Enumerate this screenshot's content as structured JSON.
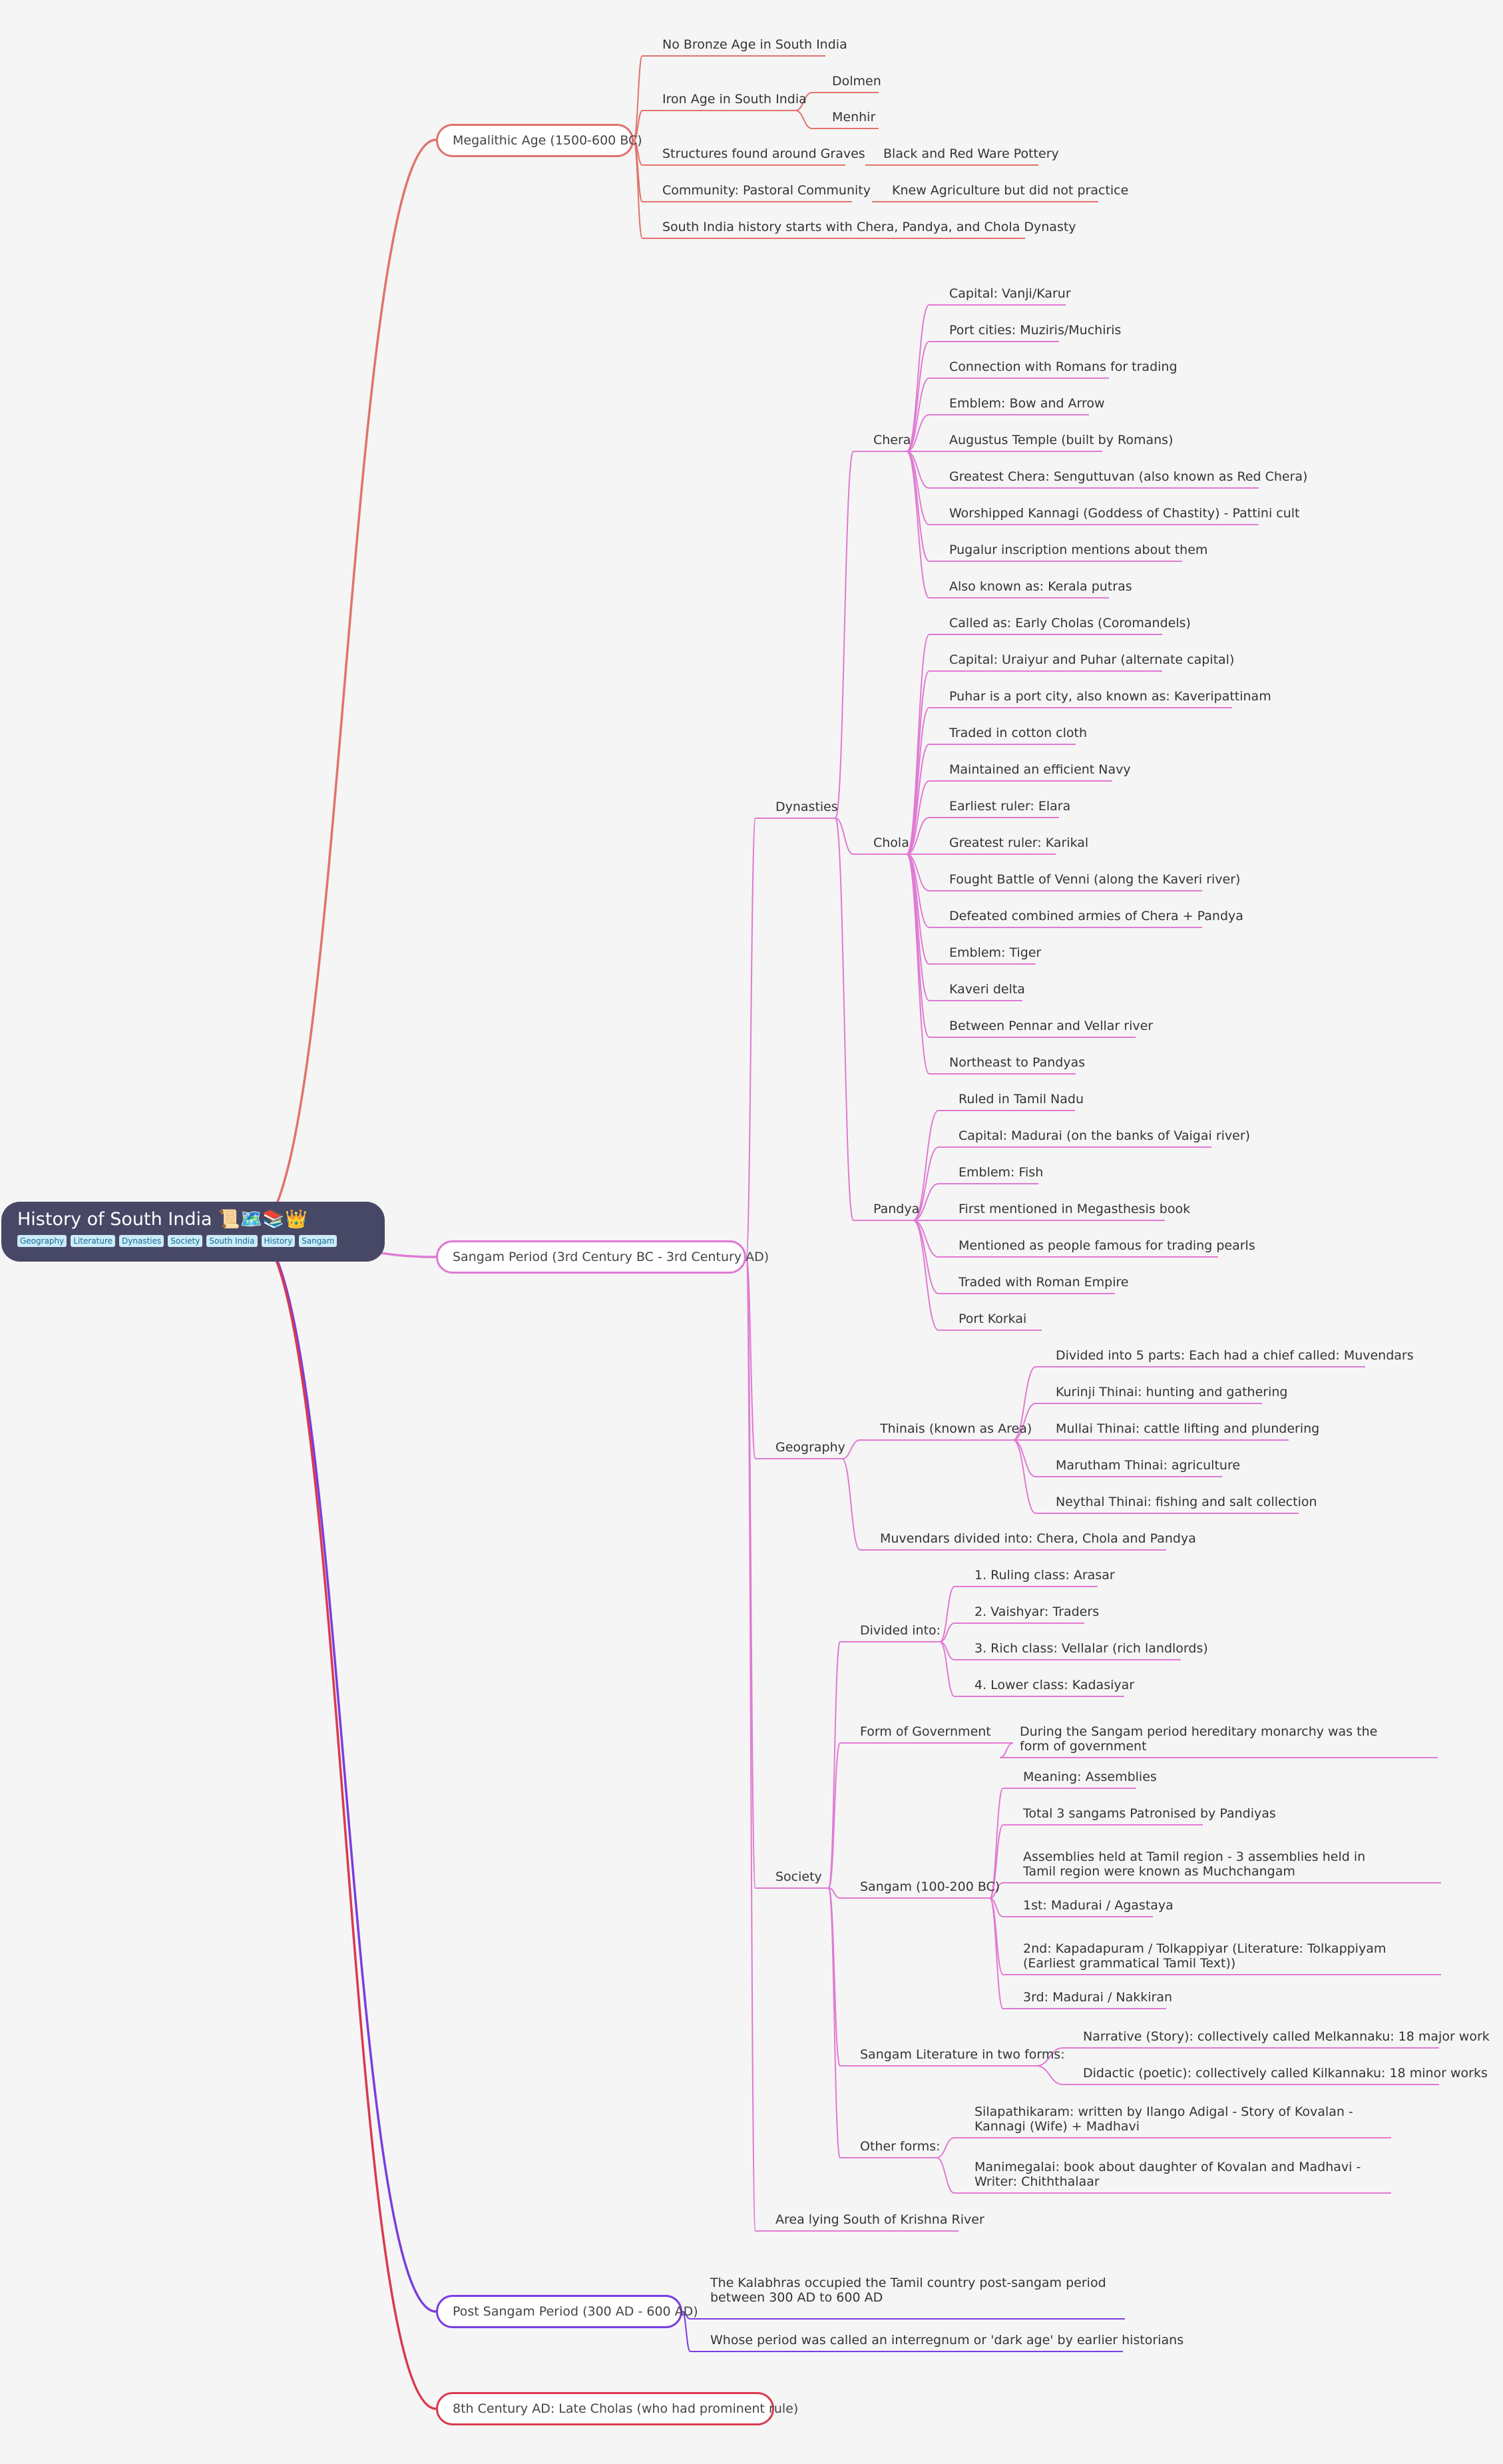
{
  "root": {
    "title": "History of South India 📜🗺️📚👑",
    "tags": [
      "Geography",
      "Literature",
      "Dynasties",
      "Society",
      "South India",
      "History",
      "Sangam"
    ]
  },
  "colors": {
    "megalithic": "#e0736c",
    "sangam": "#e07ad3",
    "post_sangam": "#7a3de0",
    "cholas": "#d93a4e",
    "root_bg": "#474866"
  },
  "branches": {
    "megalithic": {
      "label": "Megalithic Age (1500-600 BC)",
      "items": {
        "bronze": "No Bronze Age in South India",
        "iron": "Iron Age in South India",
        "dolmen": "Dolmen",
        "menhir": "Menhir",
        "graves": "Structures found around Graves",
        "pottery": "Black and Red Ware Pottery",
        "community": "Community: Pastoral Community",
        "agri": "Knew Agriculture but did not practice",
        "starts": "South India history starts with Chera, Pandya, and Chola Dynasty"
      }
    },
    "sangam": {
      "label": "Sangam Period (3rd Century BC - 3rd Century AD)",
      "dynasties": "Dynasties",
      "chera": {
        "label": "Chera",
        "items": [
          "Capital: Vanji/Karur",
          "Port cities: Muziris/Muchiris",
          "Connection with Romans for trading",
          "Emblem: Bow and Arrow",
          "Augustus Temple (built by Romans)",
          "Greatest Chera: Senguttuvan (also known as Red Chera)",
          "Worshipped Kannagi (Goddess of Chastity) - Pattini cult",
          "Pugalur inscription mentions about them",
          "Also known as: Kerala putras"
        ]
      },
      "chola": {
        "label": "Chola",
        "items": [
          "Called as: Early Cholas (Coromandels)",
          "Capital: Uraiyur and Puhar (alternate capital)",
          "Puhar is a port city, also known as: Kaveripattinam",
          "Traded in cotton cloth",
          "Maintained an efficient Navy",
          "Earliest ruler: Elara",
          "Greatest ruler: Karikal",
          "Fought Battle of Venni (along the Kaveri river)",
          "Defeated combined armies of Chera + Pandya",
          "Emblem: Tiger",
          "Kaveri delta",
          "Between Pennar and Vellar river",
          "Northeast to Pandyas"
        ]
      },
      "pandya": {
        "label": "Pandya",
        "items": [
          "Ruled in Tamil Nadu",
          "Capital: Madurai (on the banks of Vaigai river)",
          "Emblem: Fish",
          "First mentioned in Megasthesis book",
          "Mentioned as people famous for trading pearls",
          "Traded with Roman Empire",
          "Port Korkai"
        ]
      },
      "geography": {
        "label": "Geography",
        "thinais": "Thinais (known as Area)",
        "thinai_items": [
          "Divided into 5 parts: Each had a chief called: Muvendars",
          "Kurinji Thinai: hunting and gathering",
          "Mullai Thinai: cattle lifting and plundering",
          "Marutham Thinai: agriculture",
          "Neythal Thinai: fishing and salt collection"
        ],
        "muvendars": "Muvendars divided into: Chera, Chola and Pandya"
      },
      "society": {
        "label": "Society",
        "divided": "Divided into:",
        "divided_items": [
          "1. Ruling class: Arasar",
          "2. Vaishyar: Traders",
          "3. Rich class: Vellalar (rich landlords)",
          "4. Lower class: Kadasiyar"
        ],
        "gov": "Form of Government",
        "gov_item": "During the Sangam period hereditary monarchy was the form of government",
        "sangam": "Sangam (100-200 BC)",
        "sangam_items": [
          "Meaning: Assemblies",
          "Total 3 sangams Patronised by Pandiyas",
          "Assemblies held at Tamil region - 3 assemblies held in Tamil region were known as Muchchangam",
          "1st: Madurai / Agastaya",
          "2nd: Kapadapuram / Tolkappiyar (Literature: Tolkappiyam (Earliest grammatical Tamil Text))",
          "3rd: Madurai / Nakkiran"
        ],
        "lit": "Sangam Literature in two forms:",
        "lit_items": [
          "Narrative (Story): collectively called Melkannaku: 18 major work",
          "Didactic (poetic): collectively called Kilkannaku: 18 minor works"
        ],
        "other": "Other forms:",
        "other_items": [
          "Silapathikaram: written by Ilango Adigal - Story of Kovalan - Kannagi (Wife) + Madhavi",
          "Manimegalai: book about daughter of Kovalan and Madhavi - Writer: Chiththalaar"
        ]
      },
      "krishna": "Area lying South of Krishna River"
    },
    "post_sangam": {
      "label": "Post Sangam Period (300 AD - 600 AD)",
      "items": [
        "The Kalabhras occupied the Tamil country post-sangam period between 300 AD to 600 AD",
        "Whose period was called an interregnum or 'dark age' by earlier historians"
      ]
    },
    "cholas": {
      "label": "8th Century AD: Late Cholas (who had prominent rule)"
    }
  }
}
